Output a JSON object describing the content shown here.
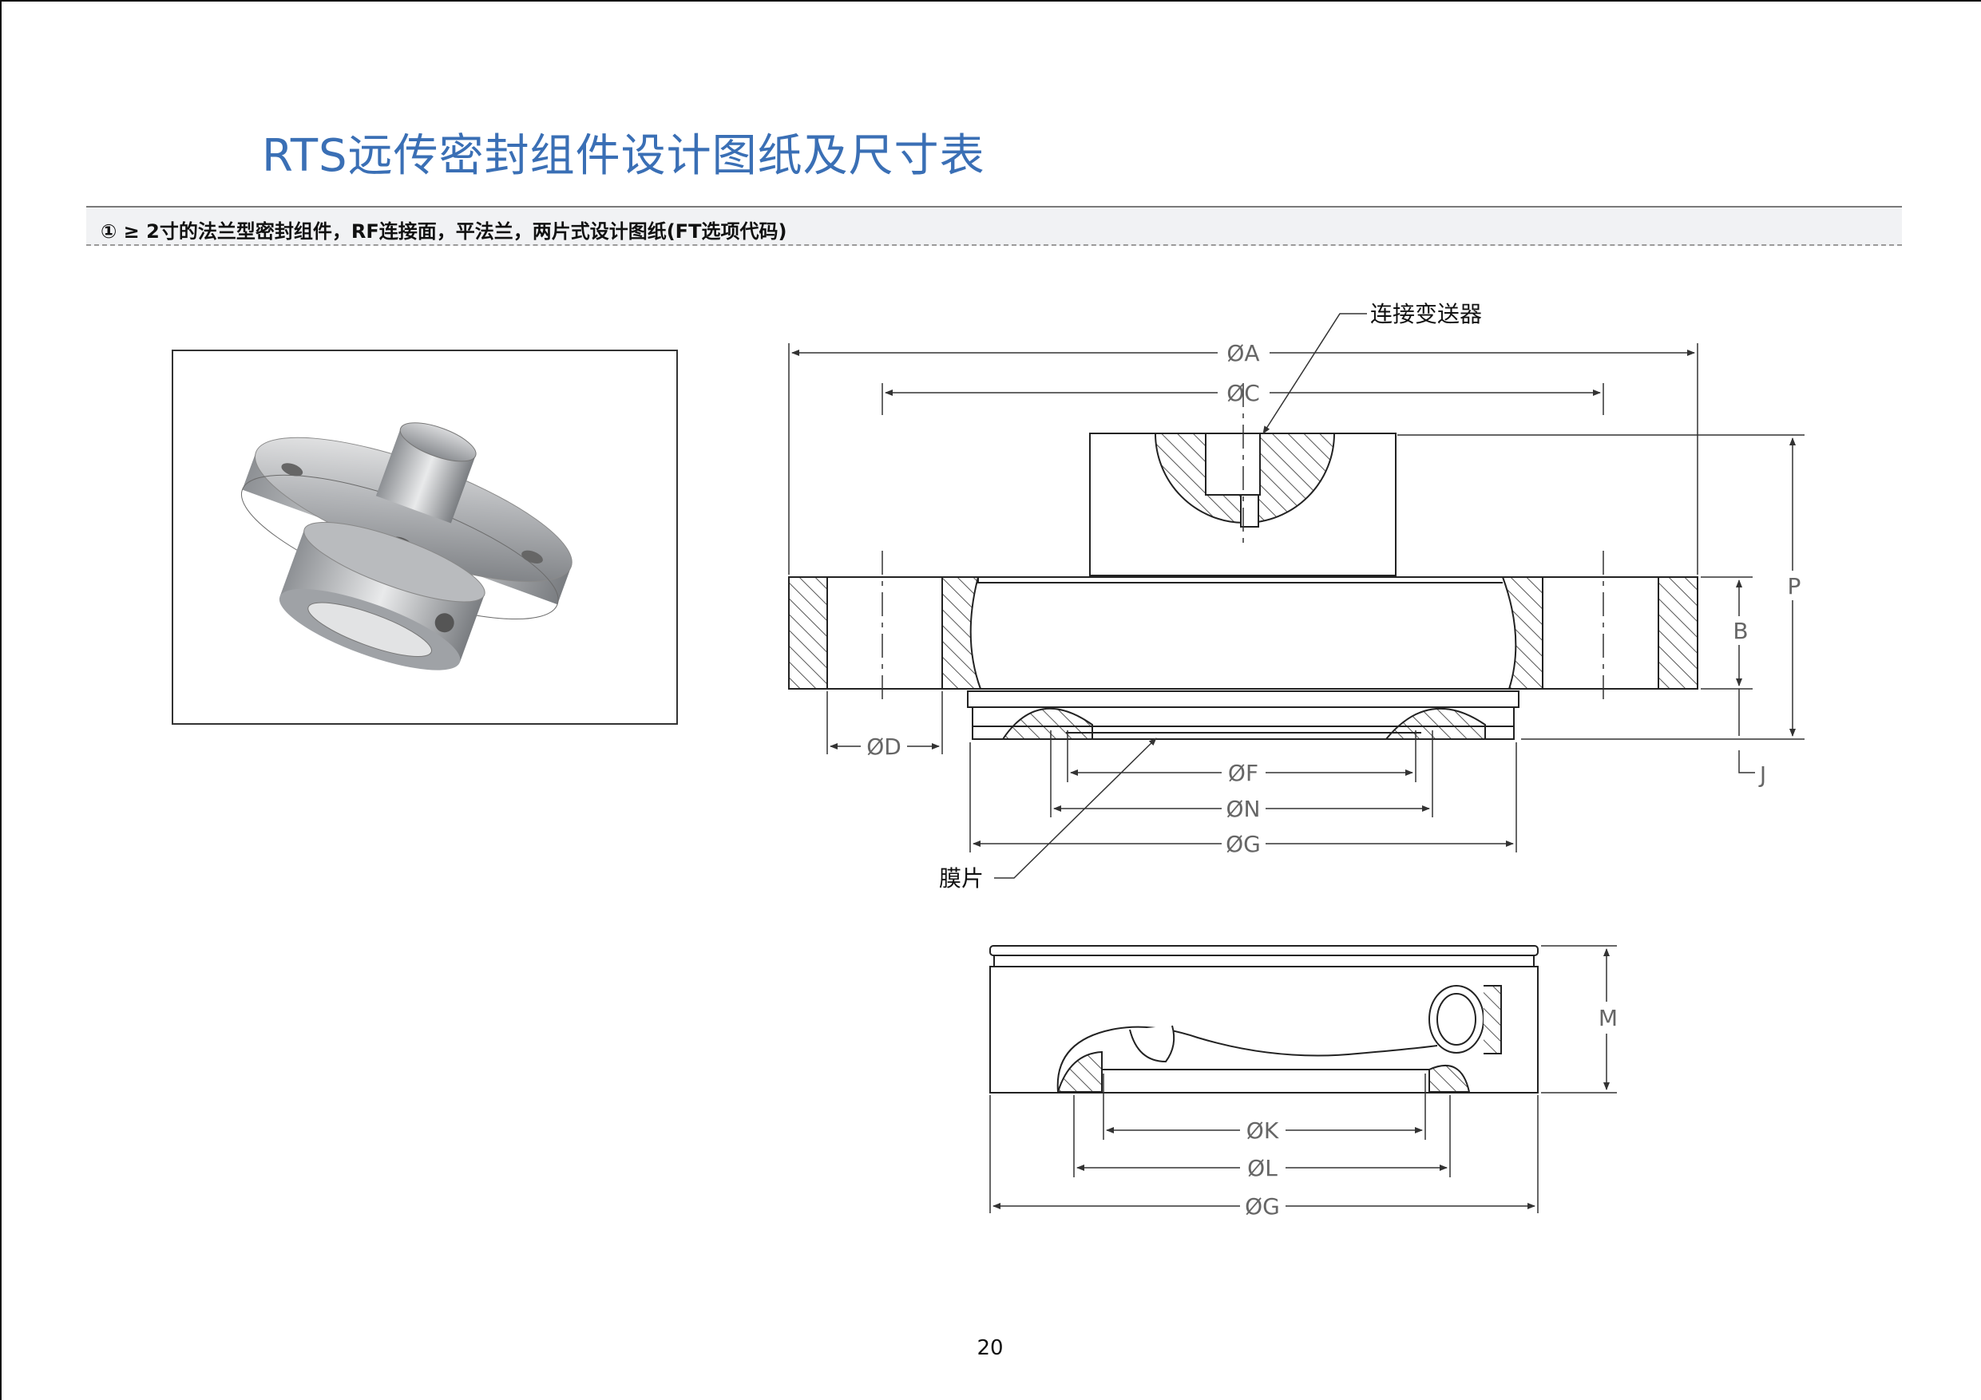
{
  "page": {
    "title": "RTS远传密封组件设计图纸及尺寸表",
    "section_heading": "① ≥ 2寸的法兰型密封组件，RF连接面，平法兰，两片式设计图纸(FT选项代码)",
    "page_number": "20"
  },
  "drawing": {
    "callouts": {
      "connect_transmitter": "连接变送器",
      "diaphragm": "膜片"
    },
    "dimensions": {
      "A": "ØA",
      "C": "ØC",
      "D": "ØD",
      "F": "ØF",
      "N": "ØN",
      "G": "ØG",
      "K": "ØK",
      "L": "ØL",
      "G2": "ØG",
      "P": "P",
      "B": "B",
      "J": "J",
      "M": "M"
    }
  },
  "colors": {
    "title_blue": "#3a6fb5",
    "line": "#222222",
    "hatch": "#555555",
    "dim_text": "#666666"
  }
}
